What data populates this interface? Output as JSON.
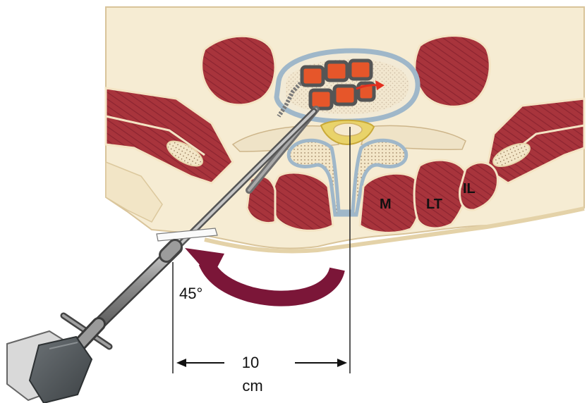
{
  "labels": {
    "muscle_m": "M",
    "muscle_lt": "LT",
    "muscle_il": "IL",
    "angle": "45°",
    "distance_value": "10",
    "distance_unit": "cm"
  },
  "colors": {
    "skin": "#f6ecd3",
    "skin_edge": "#d9c49a",
    "muscle": "#a8343c",
    "muscle_dark": "#7a1e28",
    "fascia": "#f0dfbc",
    "bone": "#efe3c7",
    "bone_stipple": "#8a6a4a",
    "disc_fill": "#f2ead6",
    "disc_ring": "#9fb7c9",
    "implant_orange": "#e6562a",
    "implant_frame": "#555555",
    "spinal_canal": "#e9d36a",
    "rotation_arrow": "#7b1638",
    "probe_metal": "#8f8f8f",
    "handle_dark": "#555a5e",
    "red_arrow": "#e22f1f"
  }
}
